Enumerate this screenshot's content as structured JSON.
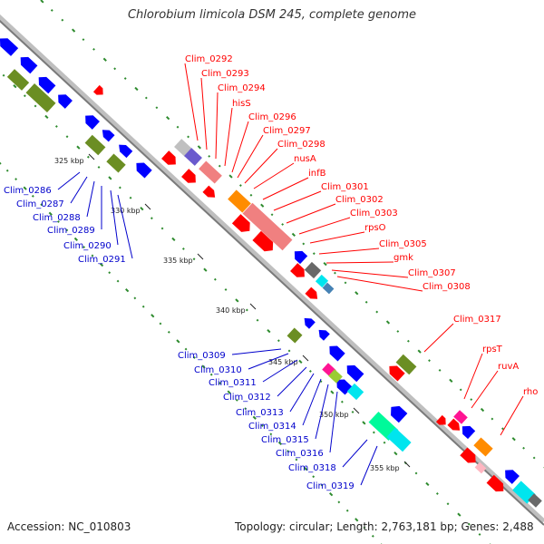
{
  "title": "Chlorobium limicola DSM 245, complete genome",
  "accession": "Accession: NC_010803",
  "summary": "Topology: circular; Length: 2,763,181 bp; Genes: 2,488",
  "ticks": [
    "325 kbp",
    "330 kbp",
    "335 kbp",
    "340 kbp",
    "345 kbp",
    "350 kbp",
    "355 kbp"
  ],
  "genes_blue": [
    "Clim_0286",
    "Clim_0287",
    "Clim_0288",
    "Clim_0289",
    "Clim_0290",
    "Clim_0291",
    "Clim_0309",
    "Clim_0310",
    "Clim_0311",
    "Clim_0312",
    "Clim_0313",
    "Clim_0314",
    "Clim_0315",
    "Clim_0316",
    "Clim_0318",
    "Clim_0319"
  ],
  "genes_red": [
    "Clim_0292",
    "Clim_0293",
    "Clim_0294",
    "hisS",
    "Clim_0296",
    "Clim_0297",
    "Clim_0298",
    "nusA",
    "infB",
    "Clim_0301",
    "Clim_0302",
    "Clim_0303",
    "rpsO",
    "Clim_0305",
    "gmk",
    "Clim_0307",
    "Clim_0308",
    "Clim_0317",
    "rpsT",
    "ruvA",
    "rho"
  ],
  "colors": {
    "backbone": "#808080",
    "forward": "#ff0000",
    "reverse": "#0000ff",
    "label_forward": "#ff0000",
    "label_reverse": "#0000cc",
    "olive": "#6b8e23",
    "salmon": "#f08080",
    "orange": "#ff8c00",
    "cyan": "#00e5ee",
    "green_dots": "#2e8b2e"
  }
}
